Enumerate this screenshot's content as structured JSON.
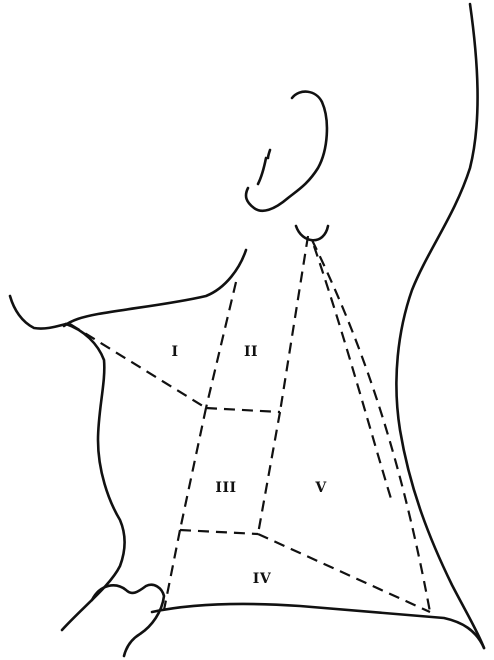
{
  "figure": {
    "region_labels": {
      "level_1": "I",
      "level_2": "II",
      "level_3": "III",
      "level_4": "IV",
      "level_5": "V"
    }
  },
  "colors": {
    "ink": "#111111",
    "background": "#ffffff"
  }
}
